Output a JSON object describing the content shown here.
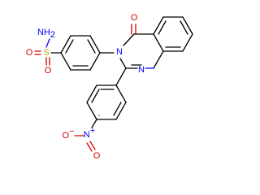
{
  "molecule": {
    "atoms": {
      "sulfonamide_n": {
        "text": "NH",
        "sub": "2",
        "color": "#0000ff"
      },
      "sulfur": {
        "text": "S",
        "color": "#b8a000"
      },
      "sulfonyl_o_top": {
        "text": "O",
        "color": "#d40000"
      },
      "sulfonyl_o_bottom": {
        "text": "O",
        "color": "#d40000"
      },
      "carbonyl_o": {
        "text": "O",
        "color": "#d40000"
      },
      "ring_n3": {
        "text": "N",
        "color": "#0000ff"
      },
      "ring_n1": {
        "text": "N",
        "color": "#0000ff"
      },
      "nitro_n": {
        "text": "N",
        "charge": "+",
        "color": "#0000ff"
      },
      "nitro_o_minus": {
        "text": "O",
        "charge": "−",
        "color": "#d40000"
      },
      "nitro_o": {
        "text": "O",
        "color": "#d40000"
      }
    }
  }
}
